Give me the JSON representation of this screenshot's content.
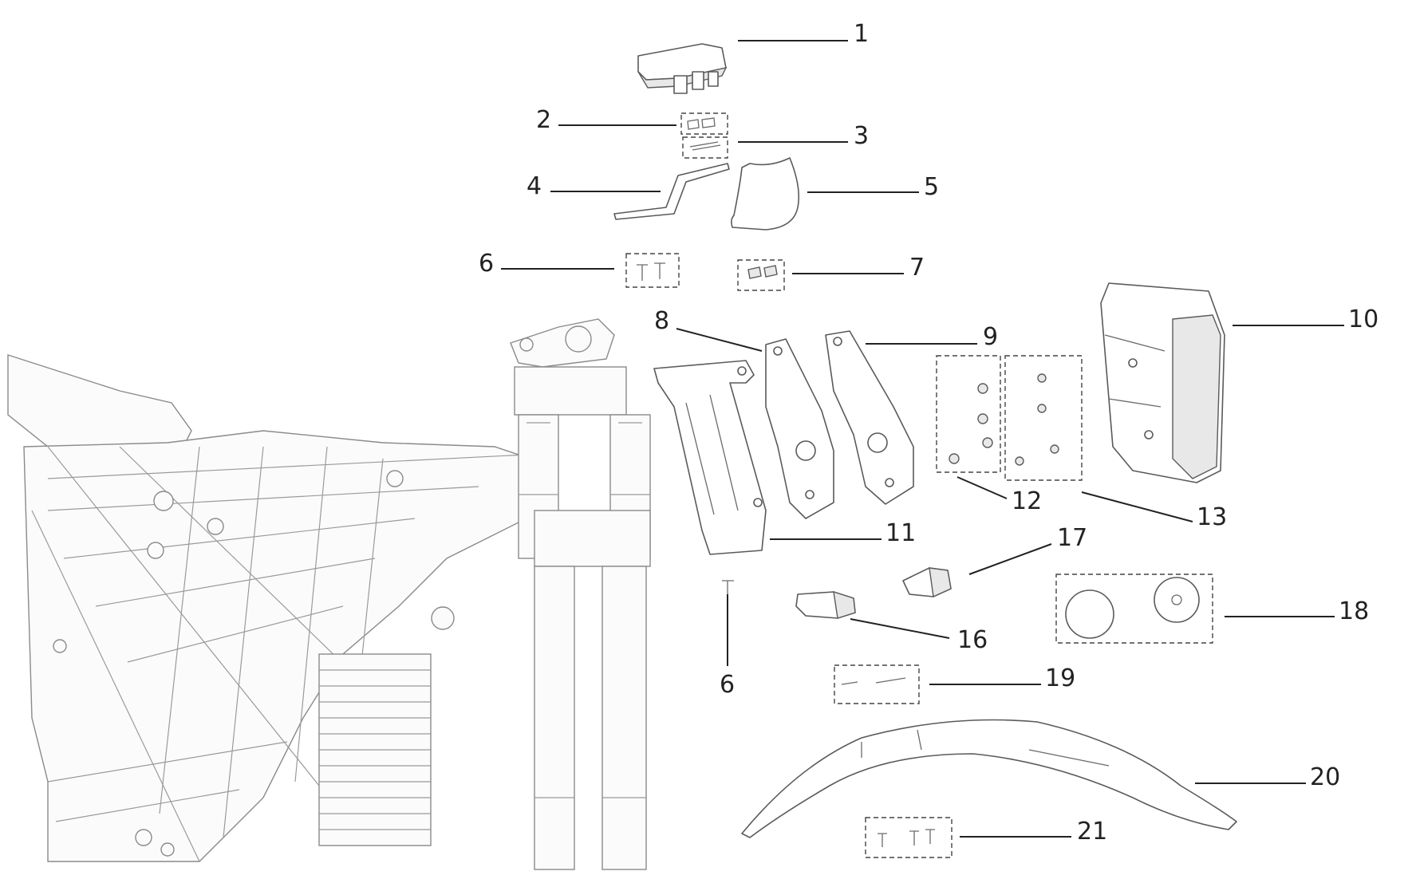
{
  "callouts": [
    {
      "id": "1",
      "label": "1"
    },
    {
      "id": "2",
      "label": "2"
    },
    {
      "id": "3",
      "label": "3"
    },
    {
      "id": "4",
      "label": "4"
    },
    {
      "id": "5",
      "label": "5"
    },
    {
      "id": "6a",
      "label": "6"
    },
    {
      "id": "7",
      "label": "7"
    },
    {
      "id": "8",
      "label": "8"
    },
    {
      "id": "9",
      "label": "9"
    },
    {
      "id": "10",
      "label": "10"
    },
    {
      "id": "11",
      "label": "11"
    },
    {
      "id": "12",
      "label": "12"
    },
    {
      "id": "13",
      "label": "13"
    },
    {
      "id": "17",
      "label": "17"
    },
    {
      "id": "18",
      "label": "18"
    },
    {
      "id": "16",
      "label": "16"
    },
    {
      "id": "6b",
      "label": "6"
    },
    {
      "id": "19",
      "label": "19"
    },
    {
      "id": "20",
      "label": "20"
    },
    {
      "id": "21",
      "label": "21"
    }
  ]
}
